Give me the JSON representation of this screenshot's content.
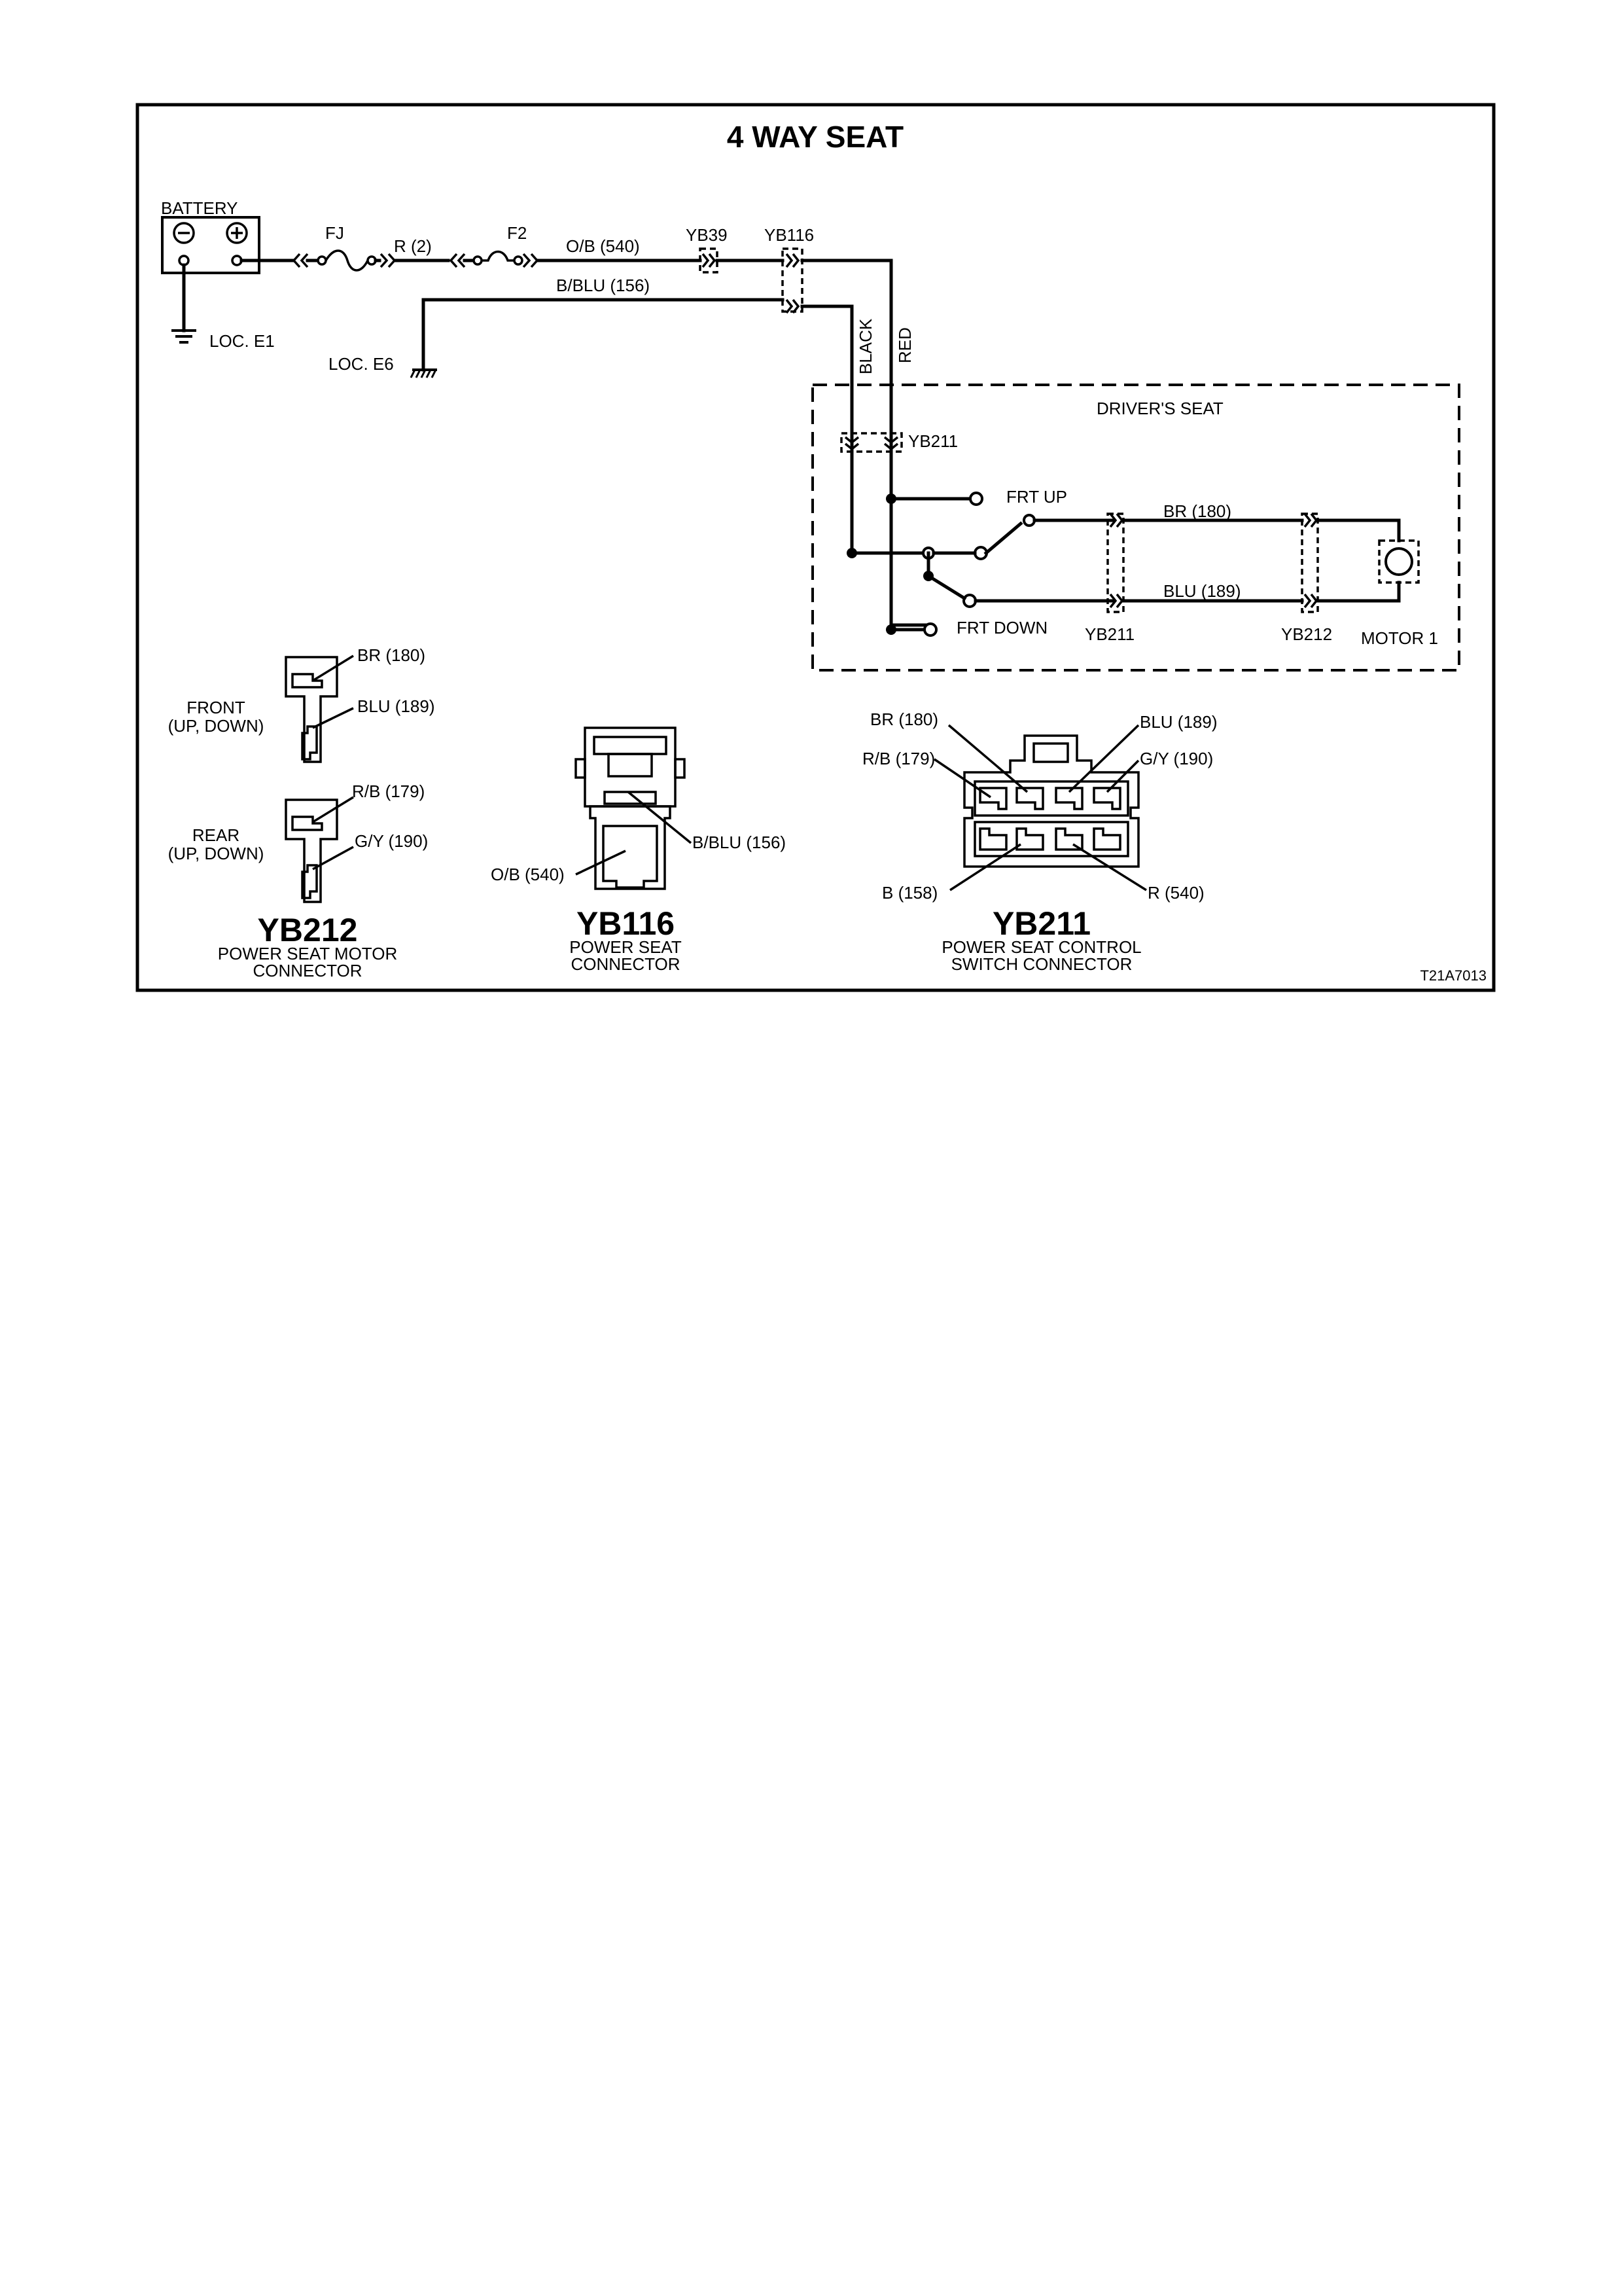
{
  "title": "4 WAY SEAT",
  "ref_code": "T21A7013",
  "battery": {
    "label": "BATTERY",
    "ground": "LOC. E1"
  },
  "fuses": {
    "fj": "FJ",
    "f2": "F2"
  },
  "wires": {
    "r2": "R  (2)",
    "ob540": "O/B (540)",
    "bblu156": "B/BLU (156)",
    "black": "BLACK",
    "red": "RED",
    "br180": "BR    (180)",
    "blu189": "BLU   (189)"
  },
  "ground_e6": "LOC. E6",
  "connectors": {
    "yb39": "YB39",
    "yb116": "YB116",
    "yb211_top": "YB211",
    "yb211_bottom": "YB211",
    "yb212": "YB212"
  },
  "drivers_seat": {
    "label": "DRIVER'S SEAT",
    "frt_up": "FRT UP",
    "frt_down": "FRT DOWN",
    "motor": "MOTOR 1"
  },
  "yb212_view": {
    "front": [
      "FRONT",
      "(UP, DOWN)"
    ],
    "rear": [
      "REAR",
      "(UP, DOWN)"
    ],
    "br180": "BR (180)",
    "blu189": "BLU (189)",
    "rb179": "R/B (179)",
    "gy190": "G/Y (190)",
    "code": "YB212",
    "desc": [
      "POWER SEAT MOTOR",
      "CONNECTOR"
    ]
  },
  "yb116_view": {
    "bblu156": "B/BLU (156)",
    "ob540": "O/B (540)",
    "code": "YB116",
    "desc": [
      "POWER SEAT",
      "CONNECTOR"
    ]
  },
  "yb211_view": {
    "br180": "BR (180)",
    "rb179": "R/B (179)",
    "blu189": "BLU (189)",
    "gy190": "G/Y (190)",
    "b158": "B (158)",
    "r540": "R (540)",
    "code": "YB211",
    "desc": [
      "POWER SEAT CONTROL",
      "SWITCH CONNECTOR"
    ]
  }
}
